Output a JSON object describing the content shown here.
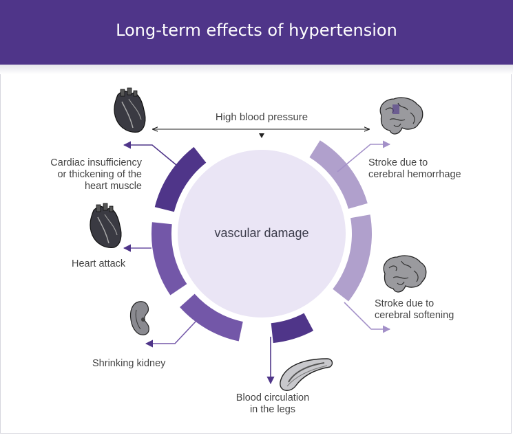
{
  "title": "Long-term effects of hypertension",
  "top_label": "High blood pressure",
  "center_label": "vascular damage",
  "colors": {
    "header": "#4f3589",
    "dark_purple": "#4f3589",
    "mid_purple": "#7357a8",
    "light_purple": "#b0a0cc",
    "center_fill": "#eae5f5"
  },
  "effects": {
    "cardiac": [
      "Cardiac insufficiency",
      "or thickening of the",
      "heart muscle"
    ],
    "heart_attack": [
      "Heart attack"
    ],
    "kidney": [
      "Shrinking kidney"
    ],
    "legs": [
      "Blood circulation",
      "in the legs"
    ],
    "stroke_hemorrhage": [
      "Stroke due to",
      "cerebral hemorrhage"
    ],
    "stroke_softening": [
      "Stroke due to",
      "cerebral softening"
    ]
  },
  "icons": {
    "cardiac": "heart-icon",
    "heart_attack": "heart-icon",
    "kidney": "kidney-icon",
    "legs": "blood-vessel-icon",
    "stroke_hemorrhage": "brain-icon",
    "stroke_softening": "brain-icon"
  }
}
